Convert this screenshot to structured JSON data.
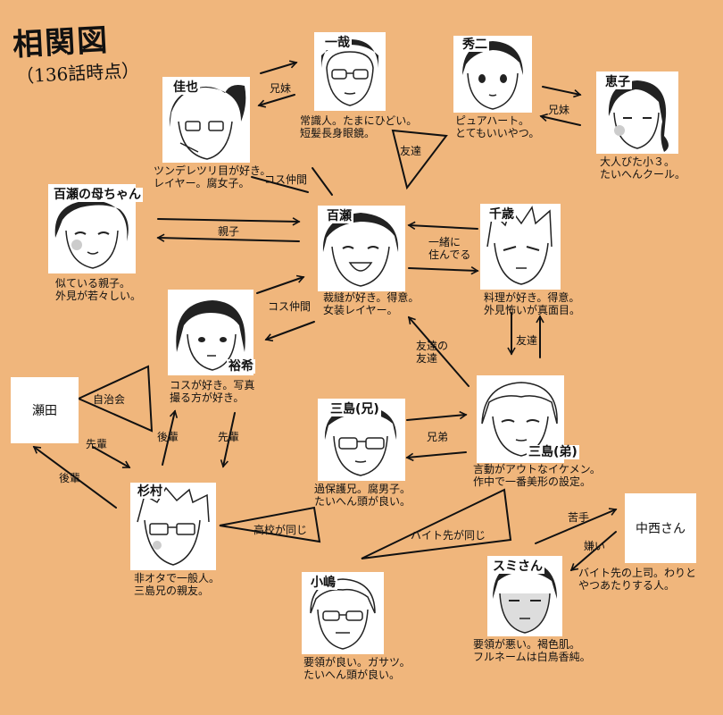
{
  "header": {
    "title": "相関図",
    "subtitle": "（136話時点）"
  },
  "characters": {
    "kazuya": {
      "name": "一哉",
      "desc": [
        "常識人。たまにひどい。",
        "短髪長身眼鏡。"
      ]
    },
    "hideji": {
      "name": "秀二",
      "desc": [
        "ピュアハート。",
        "とてもいいやつ。"
      ]
    },
    "keiko": {
      "name": "恵子",
      "desc": [
        "大人びた小３。",
        "たいへんクール。"
      ]
    },
    "kaya": {
      "name": "佳也",
      "desc": [
        "ツンデレツリ目が好き。",
        "レイヤー。腐女子。"
      ]
    },
    "mother": {
      "name": "百瀬の母ちゃん",
      "desc": [
        "似ている親子。",
        "外見が若々しい。"
      ]
    },
    "momose": {
      "name": "百瀬",
      "desc": [
        "裁縫が好き。得意。",
        "女装レイヤー。"
      ]
    },
    "chitose": {
      "name": "千歳",
      "desc": [
        "料理が好き。得意。",
        "外見怖いが真面目。"
      ]
    },
    "yuki": {
      "name": "裕希",
      "desc": [
        "コスが好き。写真",
        "撮る方が好き。"
      ]
    },
    "mishima_a": {
      "name": "三島(兄)",
      "desc": [
        "過保護兄。腐男子。",
        "たいへん頭が良い。"
      ]
    },
    "mishima_b": {
      "name": "三島(弟)",
      "desc": [
        "言動がアウトなイケメン。",
        "作中で一番美形の設定。"
      ]
    },
    "sugimura": {
      "name": "杉村",
      "desc": [
        "非オタで一般人。",
        "三島兄の親友。"
      ]
    },
    "kojima": {
      "name": "小嶋",
      "desc": [
        "要領が良い。ガサツ。",
        "たいへん頭が良い。"
      ]
    },
    "sumi": {
      "name": "スミさん",
      "desc": [
        "要領が悪い。褐色肌。",
        "フルネームは白鳥香純。"
      ]
    },
    "seta": {
      "name": "瀬田"
    },
    "nakanishi": {
      "name": "中西さん",
      "desc": [
        "バイト先の上司。わりと",
        "やつあたりする人。"
      ]
    }
  },
  "relations": {
    "kyoudai1": "兄妹",
    "tomodachi1": "友達",
    "kyoudai2": "兄妹",
    "kosu1": "コス仲間",
    "oyako": "親子",
    "issho": [
      "一緒に",
      "住んでる"
    ],
    "kosu2": "コス仲間",
    "tomodachi2": "友達",
    "tomo_no_tomo": [
      "友達の",
      "友達"
    ],
    "jichikai": "自治会",
    "kyoudai3": "兄弟",
    "senpai1": "先輩",
    "kouhai1": "後輩",
    "senpai2": "先輩",
    "kouhai2": "後輩",
    "koukou": "高校が同じ",
    "baito": "バイト先が同じ",
    "nigate": "苦手",
    "kirai": "嫌い"
  },
  "colors": {
    "background": "#f0b67c",
    "ink": "#111111",
    "card": "#ffffff"
  }
}
